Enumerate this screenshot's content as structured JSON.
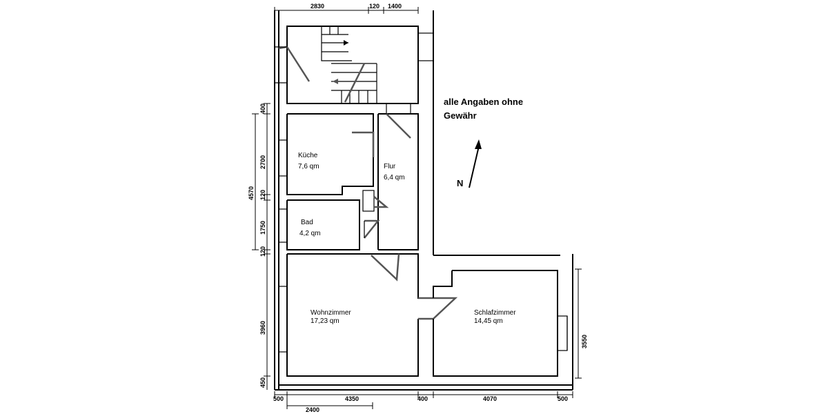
{
  "note": {
    "line1": "alle Angaben ohne",
    "line2": "Gewähr"
  },
  "north_label": "N",
  "rooms": {
    "kueche": {
      "name": "Küche",
      "area": "7,6 qm"
    },
    "flur": {
      "name": "Flur",
      "area": "6,4 qm"
    },
    "bad": {
      "name": "Bad",
      "area": "4,2 qm"
    },
    "wohnzimmer": {
      "name": "Wohnzimmer",
      "area": "17,23 qm"
    },
    "schlafzimmer": {
      "name": "Schlafzimmer",
      "area": "14,45 qm"
    }
  },
  "dimensions": {
    "top": [
      "2830",
      "120",
      "1400"
    ],
    "left": [
      "400",
      "2700",
      "4570",
      "120",
      "1750",
      "120",
      "3960",
      "450"
    ],
    "bottom": [
      "500",
      "4350",
      "400",
      "4070",
      "500",
      "2400"
    ],
    "right": [
      "3550"
    ]
  }
}
